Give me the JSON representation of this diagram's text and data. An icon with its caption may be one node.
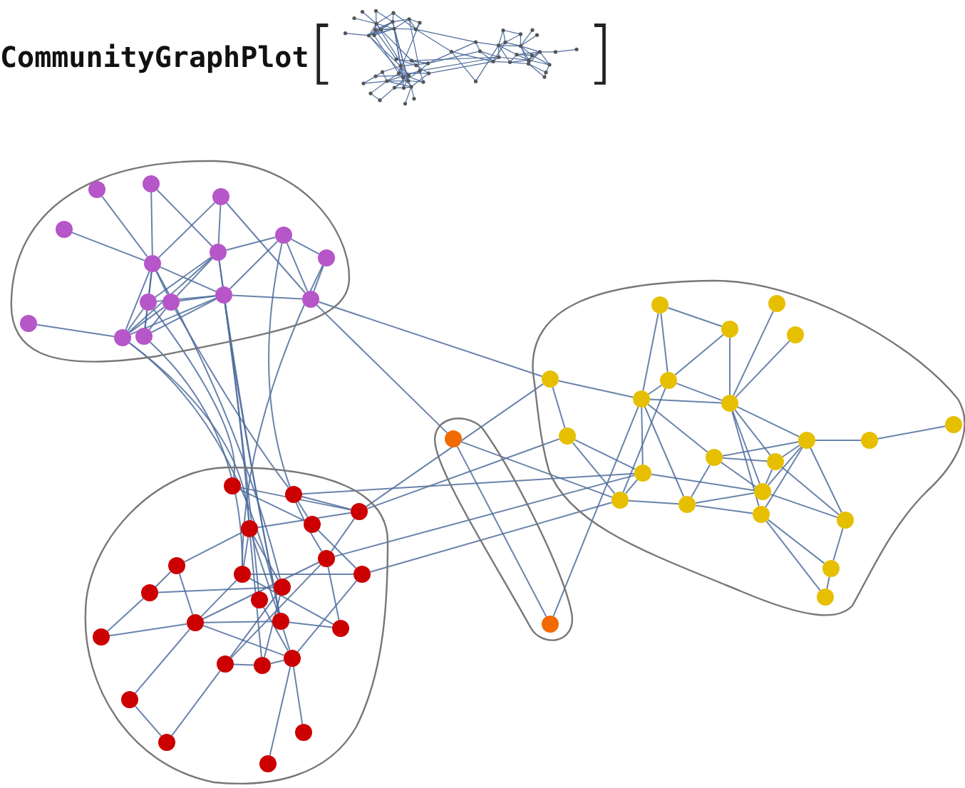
{
  "diagram": {
    "nodes": [
      {
        "text": [],
        "shape": "box"
      },
      {
        "text": [],
        "shape": "circle",
        "in": 0
      },
      {
        "text": [],
        "shape": "circle",
        "in": 0
      },
      {
        "text": [],
        "shape": "circle",
        "in": 0
      },
      {
        "text": [],
        "shape": "circle",
        "in": 0
      },
      {
        "text": [],
        "shape": "circle",
        "in": 0
      },
      {
        "text": [],
        "shape": "circle",
        "in": 0
      },
      {
        "text": [],
        "shape": "circle",
        "in": 0
      },
      {
        "text": [],
        "shape": "circle",
        "in": 0
      },
      {
        "text": [],
        "shape": "circle",
        "in": 0
      },
      {
        "text": [],
        "shape": "circle",
        "in": 0
      },
      {
        "text": [],
        "shape": "circle",
        "in": 0
      },
      {
        "text": [],
        "shape": "circle",
        "in": 0
      },
      {
        "text": [],
        "shape": "circle",
        "in": 0
      },
      {
        "text": [],
        "shape": "circle",
        "in": 0
      },
      {
        "text": [],
        "shape": "circle",
        "in": 0
      },
      {
        "text": [],
        "shape": "box"
      },
      {
        "text": [],
        "shape": "circle",
        "in": 16
      },
      {
        "text": [],
        "shape": "circle",
        "in": 16
      },
      {
        "text": [],
        "shape": "circle",
        "in": 16
      },
      {
        "text": [],
        "shape": "circle",
        "in": 16
      },
      {
        "text": [],
        "shape": "circle",
        "in": 16
      },
      {
        "text": [],
        "shape": "circle",
        "in": 16
      },
      {
        "text": [],
        "shape": "circle",
        "in": 16
      },
      {
        "text": [],
        "shape": "circle",
        "in": 16
      },
      {
        "text": [],
        "shape": "circle",
        "in": 16
      },
      {
        "text": [],
        "shape": "circle",
        "in": 16
      },
      {
        "text": [],
        "shape": "circle",
        "in": 16
      },
      {
        "text": [],
        "shape": "circle",
        "in": 16
      },
      {
        "text": [],
        "shape": "circle",
        "in": 16
      },
      {
        "text": [],
        "shape": "circle",
        "in": 16
      },
      {
        "text": [],
        "shape": "circle",
        "in": 16
      },
      {
        "text": [],
        "shape": "circle",
        "in": 16
      },
      {
        "text": [],
        "shape": "circle",
        "in": 16
      },
      {
        "text": [],
        "shape": "circle",
        "in": 16
      },
      {
        "text": [],
        "shape": "circle",
        "in": 16
      },
      {
        "text": [],
        "shape": "circle",
        "in": 16
      },
      {
        "text": [],
        "shape": "circle",
        "in": 16
      },
      {
        "text": [],
        "shape": "circle",
        "in": 16
      },
      {
        "text": [],
        "shape": "box"
      },
      {
        "text": [],
        "shape": "circle",
        "in": 39
      },
      {
        "text": [],
        "shape": "circle",
        "in": 39
      },
      {
        "text": [],
        "shape": "box"
      },
      {
        "text": [],
        "shape": "circle",
        "in": 42
      },
      {
        "text": [],
        "shape": "circle",
        "in": 42
      },
      {
        "text": [],
        "shape": "circle",
        "in": 42
      },
      {
        "text": [],
        "shape": "circle",
        "in": 42
      },
      {
        "text": [],
        "shape": "circle",
        "in": 42
      },
      {
        "text": [],
        "shape": "circle",
        "in": 42
      },
      {
        "text": [],
        "shape": "circle",
        "in": 42
      },
      {
        "text": [],
        "shape": "circle",
        "in": 42
      },
      {
        "text": [],
        "shape": "circle",
        "in": 42
      },
      {
        "text": [],
        "shape": "circle",
        "in": 42
      },
      {
        "text": [],
        "shape": "circle",
        "in": 42
      },
      {
        "text": [],
        "shape": "circle",
        "in": 42
      },
      {
        "text": [],
        "shape": "circle",
        "in": 42
      },
      {
        "text": [],
        "shape": "circle",
        "in": 42
      },
      {
        "text": [],
        "shape": "circle",
        "in": 42
      },
      {
        "text": [],
        "shape": "circle",
        "in": 42
      },
      {
        "text": [],
        "shape": "circle",
        "in": 42
      },
      {
        "text": [],
        "shape": "circle",
        "in": 42
      },
      {
        "text": [],
        "shape": "circle",
        "in": 42
      },
      {
        "text": [],
        "shape": "circle",
        "in": 42
      },
      {
        "text": [],
        "shape": "circle",
        "in": 42
      },
      {
        "text": [],
        "shape": "circle",
        "in": 42
      },
      {
        "text": [],
        "shape": "circle",
        "in": 42
      }
    ],
    "edges": [
      {
        "from": 1,
        "to": 5,
        "arrow": "none"
      },
      {
        "from": 2,
        "to": 5,
        "arrow": "none"
      },
      {
        "from": 3,
        "to": 5,
        "arrow": "none"
      },
      {
        "from": 2,
        "to": 6,
        "arrow": "none"
      },
      {
        "from": 3,
        "to": 6,
        "arrow": "none"
      },
      {
        "from": 4,
        "to": 5,
        "arrow": "none"
      },
      {
        "from": 5,
        "to": 11,
        "arrow": "none"
      },
      {
        "from": 5,
        "to": 9,
        "arrow": "none"
      },
      {
        "from": 5,
        "to": 10,
        "arrow": "none"
      },
      {
        "from": 5,
        "to": 14,
        "arrow": "none"
      },
      {
        "from": 5,
        "to": 15,
        "arrow": "none"
      },
      {
        "from": 6,
        "to": 7,
        "arrow": "none"
      },
      {
        "from": 6,
        "to": 9,
        "arrow": "none"
      },
      {
        "from": 6,
        "to": 10,
        "arrow": "none"
      },
      {
        "from": 6,
        "to": 14,
        "arrow": "none"
      },
      {
        "from": 6,
        "to": 11,
        "arrow": "none"
      },
      {
        "from": 7,
        "to": 8,
        "arrow": "none"
      },
      {
        "from": 7,
        "to": 11,
        "arrow": "none"
      },
      {
        "from": 7,
        "to": 12,
        "arrow": "none"
      },
      {
        "from": 8,
        "to": 12,
        "arrow": "none"
      },
      {
        "from": 11,
        "to": 12,
        "arrow": "none"
      },
      {
        "from": 11,
        "to": 9,
        "arrow": "none"
      },
      {
        "from": 11,
        "to": 10,
        "arrow": "none"
      },
      {
        "from": 11,
        "to": 14,
        "arrow": "none"
      },
      {
        "from": 11,
        "to": 15,
        "arrow": "none"
      },
      {
        "from": 13,
        "to": 14,
        "arrow": "none"
      },
      {
        "from": 9,
        "to": 14,
        "arrow": "none"
      },
      {
        "from": 10,
        "to": 15,
        "arrow": "none"
      },
      {
        "from": 9,
        "to": 15,
        "arrow": "none"
      },
      {
        "from": 10,
        "to": 14,
        "arrow": "none"
      },
      {
        "from": 3,
        "to": 12,
        "arrow": "none"
      },
      {
        "from": 17,
        "to": 19,
        "arrow": "none"
      },
      {
        "from": 17,
        "to": 23,
        "arrow": "none"
      },
      {
        "from": 17,
        "to": 22,
        "arrow": "none"
      },
      {
        "from": 19,
        "to": 22,
        "arrow": "none"
      },
      {
        "from": 19,
        "to": 24,
        "arrow": "none"
      },
      {
        "from": 18,
        "to": 24,
        "arrow": "none"
      },
      {
        "from": 20,
        "to": 24,
        "arrow": "none"
      },
      {
        "from": 21,
        "to": 23,
        "arrow": "none"
      },
      {
        "from": 21,
        "to": 25,
        "arrow": "none"
      },
      {
        "from": 22,
        "to": 23,
        "arrow": "none"
      },
      {
        "from": 22,
        "to": 24,
        "arrow": "none"
      },
      {
        "from": 23,
        "to": 24,
        "arrow": "none"
      },
      {
        "from": 23,
        "to": 29,
        "arrow": "none"
      },
      {
        "from": 23,
        "to": 33,
        "arrow": "none"
      },
      {
        "from": 23,
        "to": 31,
        "arrow": "none"
      },
      {
        "from": 22,
        "to": 32,
        "arrow": "none"
      },
      {
        "from": 24,
        "to": 26,
        "arrow": "none"
      },
      {
        "from": 24,
        "to": 34,
        "arrow": "none"
      },
      {
        "from": 24,
        "to": 35,
        "arrow": "none"
      },
      {
        "from": 24,
        "to": 30,
        "arrow": "none"
      },
      {
        "from": 25,
        "to": 32,
        "arrow": "none"
      },
      {
        "from": 25,
        "to": 31,
        "arrow": "none"
      },
      {
        "from": 29,
        "to": 30,
        "arrow": "none"
      },
      {
        "from": 29,
        "to": 33,
        "arrow": "none"
      },
      {
        "from": 29,
        "to": 34,
        "arrow": "none"
      },
      {
        "from": 26,
        "to": 27,
        "arrow": "none"
      },
      {
        "from": 27,
        "to": 28,
        "arrow": "none"
      },
      {
        "from": 26,
        "to": 29,
        "arrow": "none"
      },
      {
        "from": 26,
        "to": 30,
        "arrow": "none"
      },
      {
        "from": 26,
        "to": 34,
        "arrow": "none"
      },
      {
        "from": 26,
        "to": 35,
        "arrow": "none"
      },
      {
        "from": 26,
        "to": 36,
        "arrow": "none"
      },
      {
        "from": 30,
        "to": 34,
        "arrow": "none"
      },
      {
        "from": 30,
        "to": 36,
        "arrow": "none"
      },
      {
        "from": 31,
        "to": 34,
        "arrow": "none"
      },
      {
        "from": 32,
        "to": 33,
        "arrow": "none"
      },
      {
        "from": 33,
        "to": 34,
        "arrow": "none"
      },
      {
        "from": 33,
        "to": 35,
        "arrow": "none"
      },
      {
        "from": 34,
        "to": 36,
        "arrow": "none"
      },
      {
        "from": 35,
        "to": 38,
        "arrow": "none"
      },
      {
        "from": 35,
        "to": 37,
        "arrow": "none"
      },
      {
        "from": 36,
        "to": 37,
        "arrow": "none"
      },
      {
        "from": 37,
        "to": 38,
        "arrow": "none"
      },
      {
        "from": 31,
        "to": 32,
        "arrow": "none"
      },
      {
        "from": 40,
        "to": 41,
        "arrow": "none"
      },
      {
        "from": 12,
        "to": 40,
        "arrow": "none"
      },
      {
        "from": 41,
        "to": 23,
        "arrow": "none"
      },
      {
        "from": 40,
        "to": 32,
        "arrow": "none"
      },
      {
        "from": 12,
        "to": 21,
        "arrow": "none"
      },
      {
        "from": 43,
        "to": 45,
        "arrow": "none"
      },
      {
        "from": 43,
        "to": 47,
        "arrow": "none"
      },
      {
        "from": 44,
        "to": 45,
        "arrow": "none"
      },
      {
        "from": 44,
        "to": 47,
        "arrow": "none"
      },
      {
        "from": 46,
        "to": 45,
        "arrow": "none"
      },
      {
        "from": 46,
        "to": 51,
        "arrow": "none"
      },
      {
        "from": 46,
        "to": 55,
        "arrow": "none"
      },
      {
        "from": 46,
        "to": 60,
        "arrow": "none"
      },
      {
        "from": 46,
        "to": 53,
        "arrow": "none"
      },
      {
        "from": 47,
        "to": 50,
        "arrow": "none"
      },
      {
        "from": 48,
        "to": 45,
        "arrow": "none"
      },
      {
        "from": 48,
        "to": 57,
        "arrow": "none"
      },
      {
        "from": 48,
        "to": 56,
        "arrow": "none"
      },
      {
        "from": 48,
        "to": 59,
        "arrow": "none"
      },
      {
        "from": 49,
        "to": 52,
        "arrow": "none"
      },
      {
        "from": 49,
        "to": 46,
        "arrow": "none"
      },
      {
        "from": 49,
        "to": 56,
        "arrow": "none"
      },
      {
        "from": 50,
        "to": 51,
        "arrow": "none"
      },
      {
        "from": 50,
        "to": 61,
        "arrow": "none"
      },
      {
        "from": 51,
        "to": 56,
        "arrow": "none"
      },
      {
        "from": 51,
        "to": 57,
        "arrow": "none"
      },
      {
        "from": 52,
        "to": 58,
        "arrow": "none"
      },
      {
        "from": 52,
        "to": 53,
        "arrow": "none"
      },
      {
        "from": 56,
        "to": 58,
        "arrow": "none"
      },
      {
        "from": 56,
        "to": 55,
        "arrow": "none"
      },
      {
        "from": 56,
        "to": 61,
        "arrow": "none"
      },
      {
        "from": 53,
        "to": 59,
        "arrow": "none"
      },
      {
        "from": 53,
        "to": 60,
        "arrow": "none"
      },
      {
        "from": 54,
        "to": 61,
        "arrow": "none"
      },
      {
        "from": 55,
        "to": 61,
        "arrow": "none"
      },
      {
        "from": 55,
        "to": 57,
        "arrow": "none"
      },
      {
        "from": 59,
        "to": 60,
        "arrow": "none"
      },
      {
        "from": 60,
        "to": 61,
        "arrow": "none"
      },
      {
        "from": 62,
        "to": 56,
        "arrow": "none"
      },
      {
        "from": 62,
        "to": 64,
        "arrow": "none"
      },
      {
        "from": 64,
        "to": 59,
        "arrow": "none"
      },
      {
        "from": 61,
        "to": 65,
        "arrow": "none"
      },
      {
        "from": 61,
        "to": 63,
        "arrow": "none"
      },
      {
        "from": 14,
        "to": 46,
        "arrow": "none"
      },
      {
        "from": 15,
        "to": 51,
        "arrow": "none"
      },
      {
        "from": 14,
        "to": 55,
        "arrow": "none"
      },
      {
        "from": 11,
        "to": 46,
        "arrow": "none"
      },
      {
        "from": 11,
        "to": 54,
        "arrow": "none"
      },
      {
        "from": 11,
        "to": 55,
        "arrow": "none"
      },
      {
        "from": 7,
        "to": 48,
        "arrow": "none"
      },
      {
        "from": 8,
        "to": 51,
        "arrow": "none"
      },
      {
        "from": 5,
        "to": 53,
        "arrow": "none"
      },
      {
        "from": 6,
        "to": 55,
        "arrow": "none"
      },
      {
        "from": 9,
        "to": 43,
        "arrow": "none"
      },
      {
        "from": 10,
        "to": 44,
        "arrow": "none"
      },
      {
        "from": 45,
        "to": 21,
        "arrow": "none"
      },
      {
        "from": 45,
        "to": 25,
        "arrow": "none"
      },
      {
        "from": 48,
        "to": 31,
        "arrow": "none"
      },
      {
        "from": 50,
        "to": 32,
        "arrow": "none"
      },
      {
        "from": 44,
        "to": 31,
        "arrow": "none"
      }
    ],
    "labels": [
      "CommunityGraphPlot",
      "[",
      "]"
    ]
  }
}
